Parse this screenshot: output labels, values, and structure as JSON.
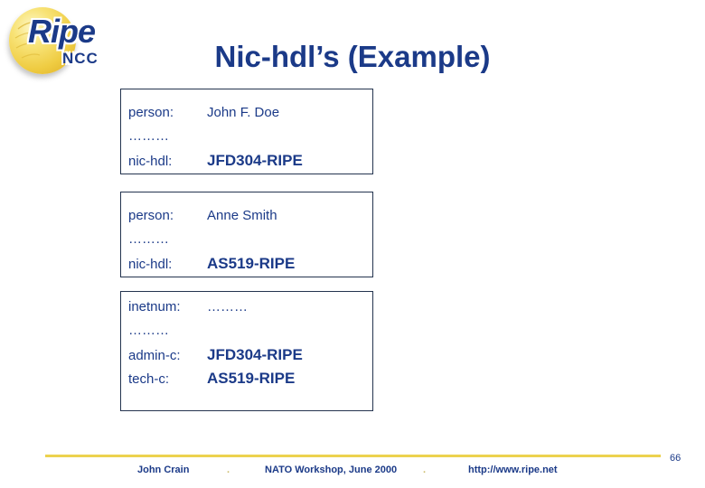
{
  "slide": {
    "title": "Nic-hdl’s (Example)",
    "page_number": "66"
  },
  "logo": {
    "ripe": "Ripe",
    "ncc": "NCC"
  },
  "boxes": [
    {
      "rows": [
        {
          "label": "person:",
          "value": "John F. Doe"
        },
        {
          "label": "………",
          "value": ""
        },
        {
          "label": "nic-hdl:",
          "value": "JFD304-RIPE"
        }
      ]
    },
    {
      "rows": [
        {
          "label": "person:",
          "value": "Anne Smith"
        },
        {
          "label": "………",
          "value": ""
        },
        {
          "label": "nic-hdl:",
          "value": "AS519-RIPE"
        }
      ]
    },
    {
      "rows": [
        {
          "label": "inetnum:",
          "value": "………"
        },
        {
          "label": "………",
          "value": ""
        },
        {
          "label": "admin-c:",
          "value": "JFD304-RIPE"
        },
        {
          "label": "tech-c:",
          "value": "AS519-RIPE"
        }
      ]
    }
  ],
  "footer": {
    "author": "John Crain",
    "separator1": ".",
    "event": "NATO Workshop, June 2000",
    "separator2": ".",
    "url": "http://www.ripe.net"
  },
  "colors": {
    "text_navy": "#1b3a88",
    "accent_yellow": "#ecd24f",
    "logo_ball_yellow": "#efcc42",
    "box_border": "#24344f"
  }
}
